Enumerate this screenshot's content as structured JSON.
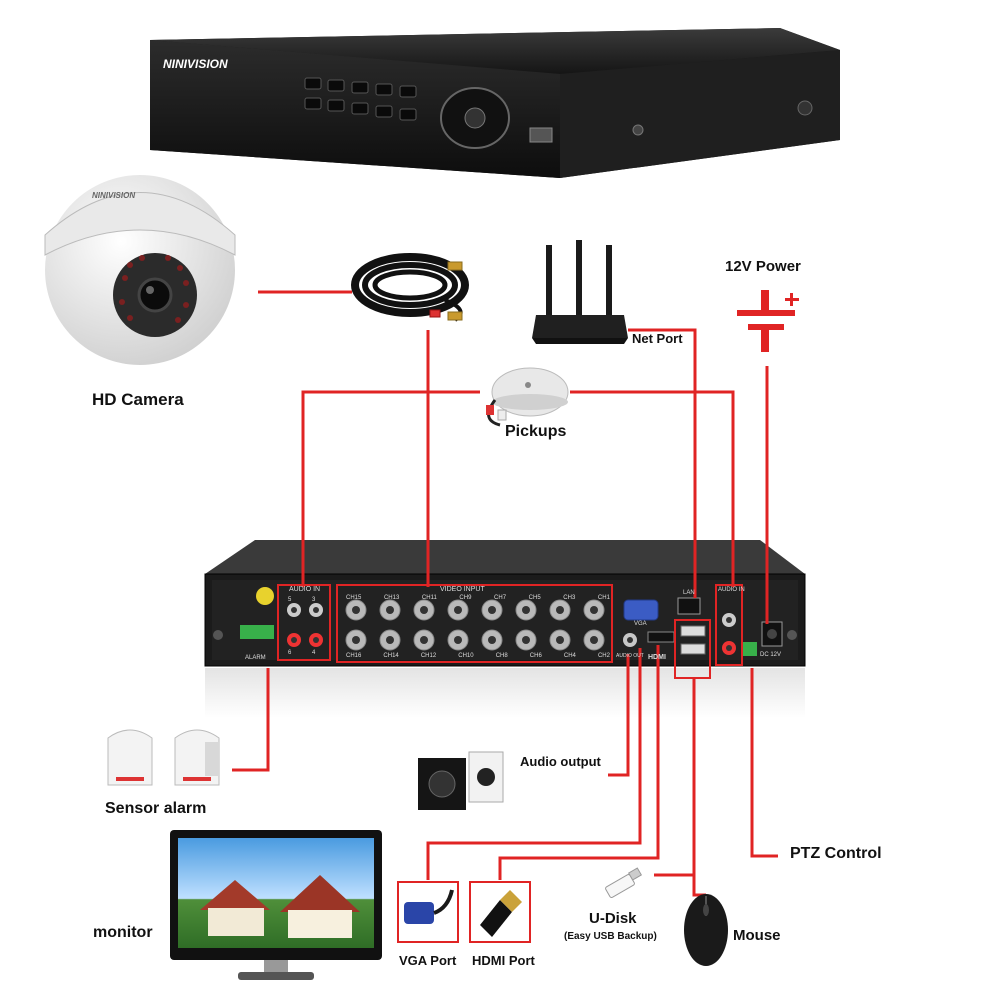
{
  "brand": "NINIVISION",
  "labels": {
    "hd_camera": "HD Camera",
    "power": "12V Power",
    "net_port": "Net Port",
    "pickups": "Pickups",
    "sensor_alarm": "Sensor alarm",
    "audio_output": "Audio output",
    "ptz_control": "PTZ Control",
    "monitor": "monitor",
    "vga_port": "VGA Port",
    "hdmi_port": "HDMI Port",
    "udisk": "U-Disk",
    "udisk_sub": "(Easy USB Backup)",
    "mouse": "Mouse"
  },
  "back_panel": {
    "audio_in": "AUDIO IN",
    "video_input": "VIDEO INPUT",
    "alarm": "ALARM",
    "vga": "VGA",
    "audio_out": "AUDIO OUT",
    "hdmi": "HDMI",
    "lan": "LAN",
    "dc": "DC 12V",
    "top_channels": [
      "CH15",
      "CH13",
      "CH11",
      "CH9",
      "CH7",
      "CH5",
      "CH3",
      "CH1"
    ],
    "bottom_channels": [
      "CH16",
      "CH14",
      "CH12",
      "CH10",
      "CH8",
      "CH6",
      "CH4",
      "CH2"
    ],
    "audio_nums": [
      "5",
      "3",
      "6",
      "4"
    ]
  },
  "colors": {
    "wire": "#e02424",
    "dvr_body": "#2a2a2a",
    "panel": "#1e1e1e"
  }
}
